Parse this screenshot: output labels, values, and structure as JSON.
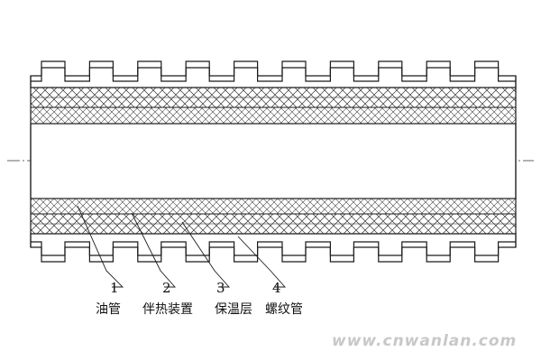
{
  "callouts": [
    {
      "number": "1",
      "label": "油管"
    },
    {
      "number": "2",
      "label": "伴热装置"
    },
    {
      "number": "3",
      "label": "保温层"
    },
    {
      "number": "4",
      "label": "螺纹管"
    }
  ],
  "watermark": "www.cnwanlan.com",
  "colors": {
    "line": "#1a1a1a",
    "background": "#ffffff",
    "watermark": "#c8c8c8"
  }
}
